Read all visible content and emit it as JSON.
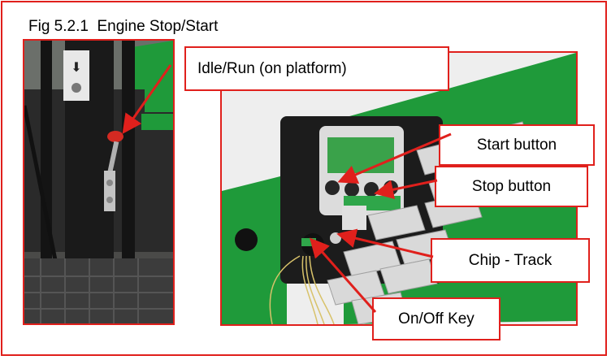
{
  "figure": {
    "title": "Fig 5.2.1  Engine Stop/Start"
  },
  "callouts": {
    "idle_run": "Idle/Run (on platform)",
    "start_button": "Start button",
    "stop_button": "Stop button",
    "chip_track": "Chip - Track",
    "on_off_key": "On/Off Key"
  },
  "colors": {
    "accent": "#e0201c",
    "machine_green": "#1f9a3a",
    "frame_black": "#1c1c1c"
  }
}
